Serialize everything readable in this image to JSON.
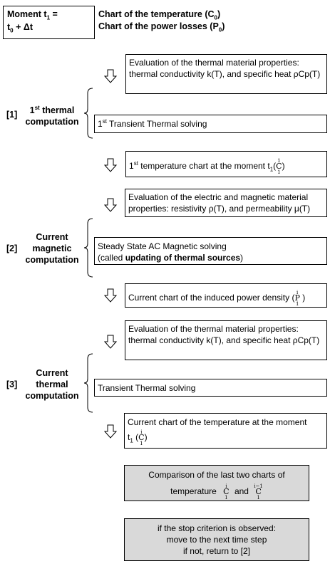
{
  "header": {
    "moment_line1": "Moment t",
    "moment_sub1": "1",
    "moment_line1_suffix": " =",
    "moment_line2": "t",
    "moment_sub2": "0",
    "moment_line2_suffix": " + Δt",
    "chart_temp": "Chart of the temperature (C",
    "chart_temp_sub": "0",
    "chart_temp_suffix": ")",
    "chart_power": "Chart of the power losses (P",
    "chart_power_sub": "0",
    "chart_power_suffix": ")"
  },
  "thermal1": {
    "number": "[1]",
    "label_sup": "st",
    "label_prefix": "1",
    "label_line1_suffix": " thermal",
    "label_line2": "computation",
    "eval_text": "Evaluation of the thermal material properties: thermal conductivity k(T), and specific heat ρCp(T)",
    "solve_prefix": "1",
    "solve_sup": "st",
    "solve_text": " Transient Thermal solving",
    "chart_prefix": "1",
    "chart_sup": "st",
    "chart_text": " temperature chart at the moment t",
    "chart_sub": "1",
    "chart_sym": "C",
    "chart_sym_sup": "1",
    "chart_sym_sub": "1"
  },
  "magnetic": {
    "number": "[2]",
    "label_line1": "Current",
    "label_line2": "magnetic",
    "label_line3": "computation",
    "eval_text": "Evaluation of the electric and magnetic material properties: resistivity ρ(T), and permeability μ(T)",
    "solve_line1": "Steady State AC Magnetic solving",
    "solve_line2_prefix": "(called ",
    "solve_line2_bold": "updating of thermal sources",
    "solve_line2_suffix": ")",
    "power_text": "Current chart of the induced power density (",
    "power_sym": "P",
    "power_sym_sup": "i",
    "power_sym_sub": "1",
    "power_suffix": ")"
  },
  "thermal2": {
    "number": "[3]",
    "label_line1": "Current",
    "label_line2": "thermal",
    "label_line3": "computation",
    "eval_text": "Evaluation of the thermal material properties: thermal conductivity k(T), and specific heat ρCp(T)",
    "solve_text": "Transient Thermal solving",
    "chart_line1": "Current chart of the temperature at the moment",
    "chart_line2": "t",
    "chart_sub": "1",
    "chart_sym": "C",
    "chart_sym_sup": "i",
    "chart_sym_sub": "1"
  },
  "comparison": {
    "line1": "Comparison of the last two charts of",
    "line2_prefix": "temperature",
    "sym_a": "C",
    "sym_a_sup": "i",
    "sym_a_sub": "1",
    "and": "and",
    "sym_b": "C",
    "sym_b_sup": "i−1",
    "sym_b_sub": "1"
  },
  "stop": {
    "line1": "if the stop criterion is observed:",
    "line2": "move to the next time step",
    "line3": "if not, return to [2]"
  },
  "colors": {
    "grey_box": "#d9d9d9",
    "stroke": "#000000"
  }
}
